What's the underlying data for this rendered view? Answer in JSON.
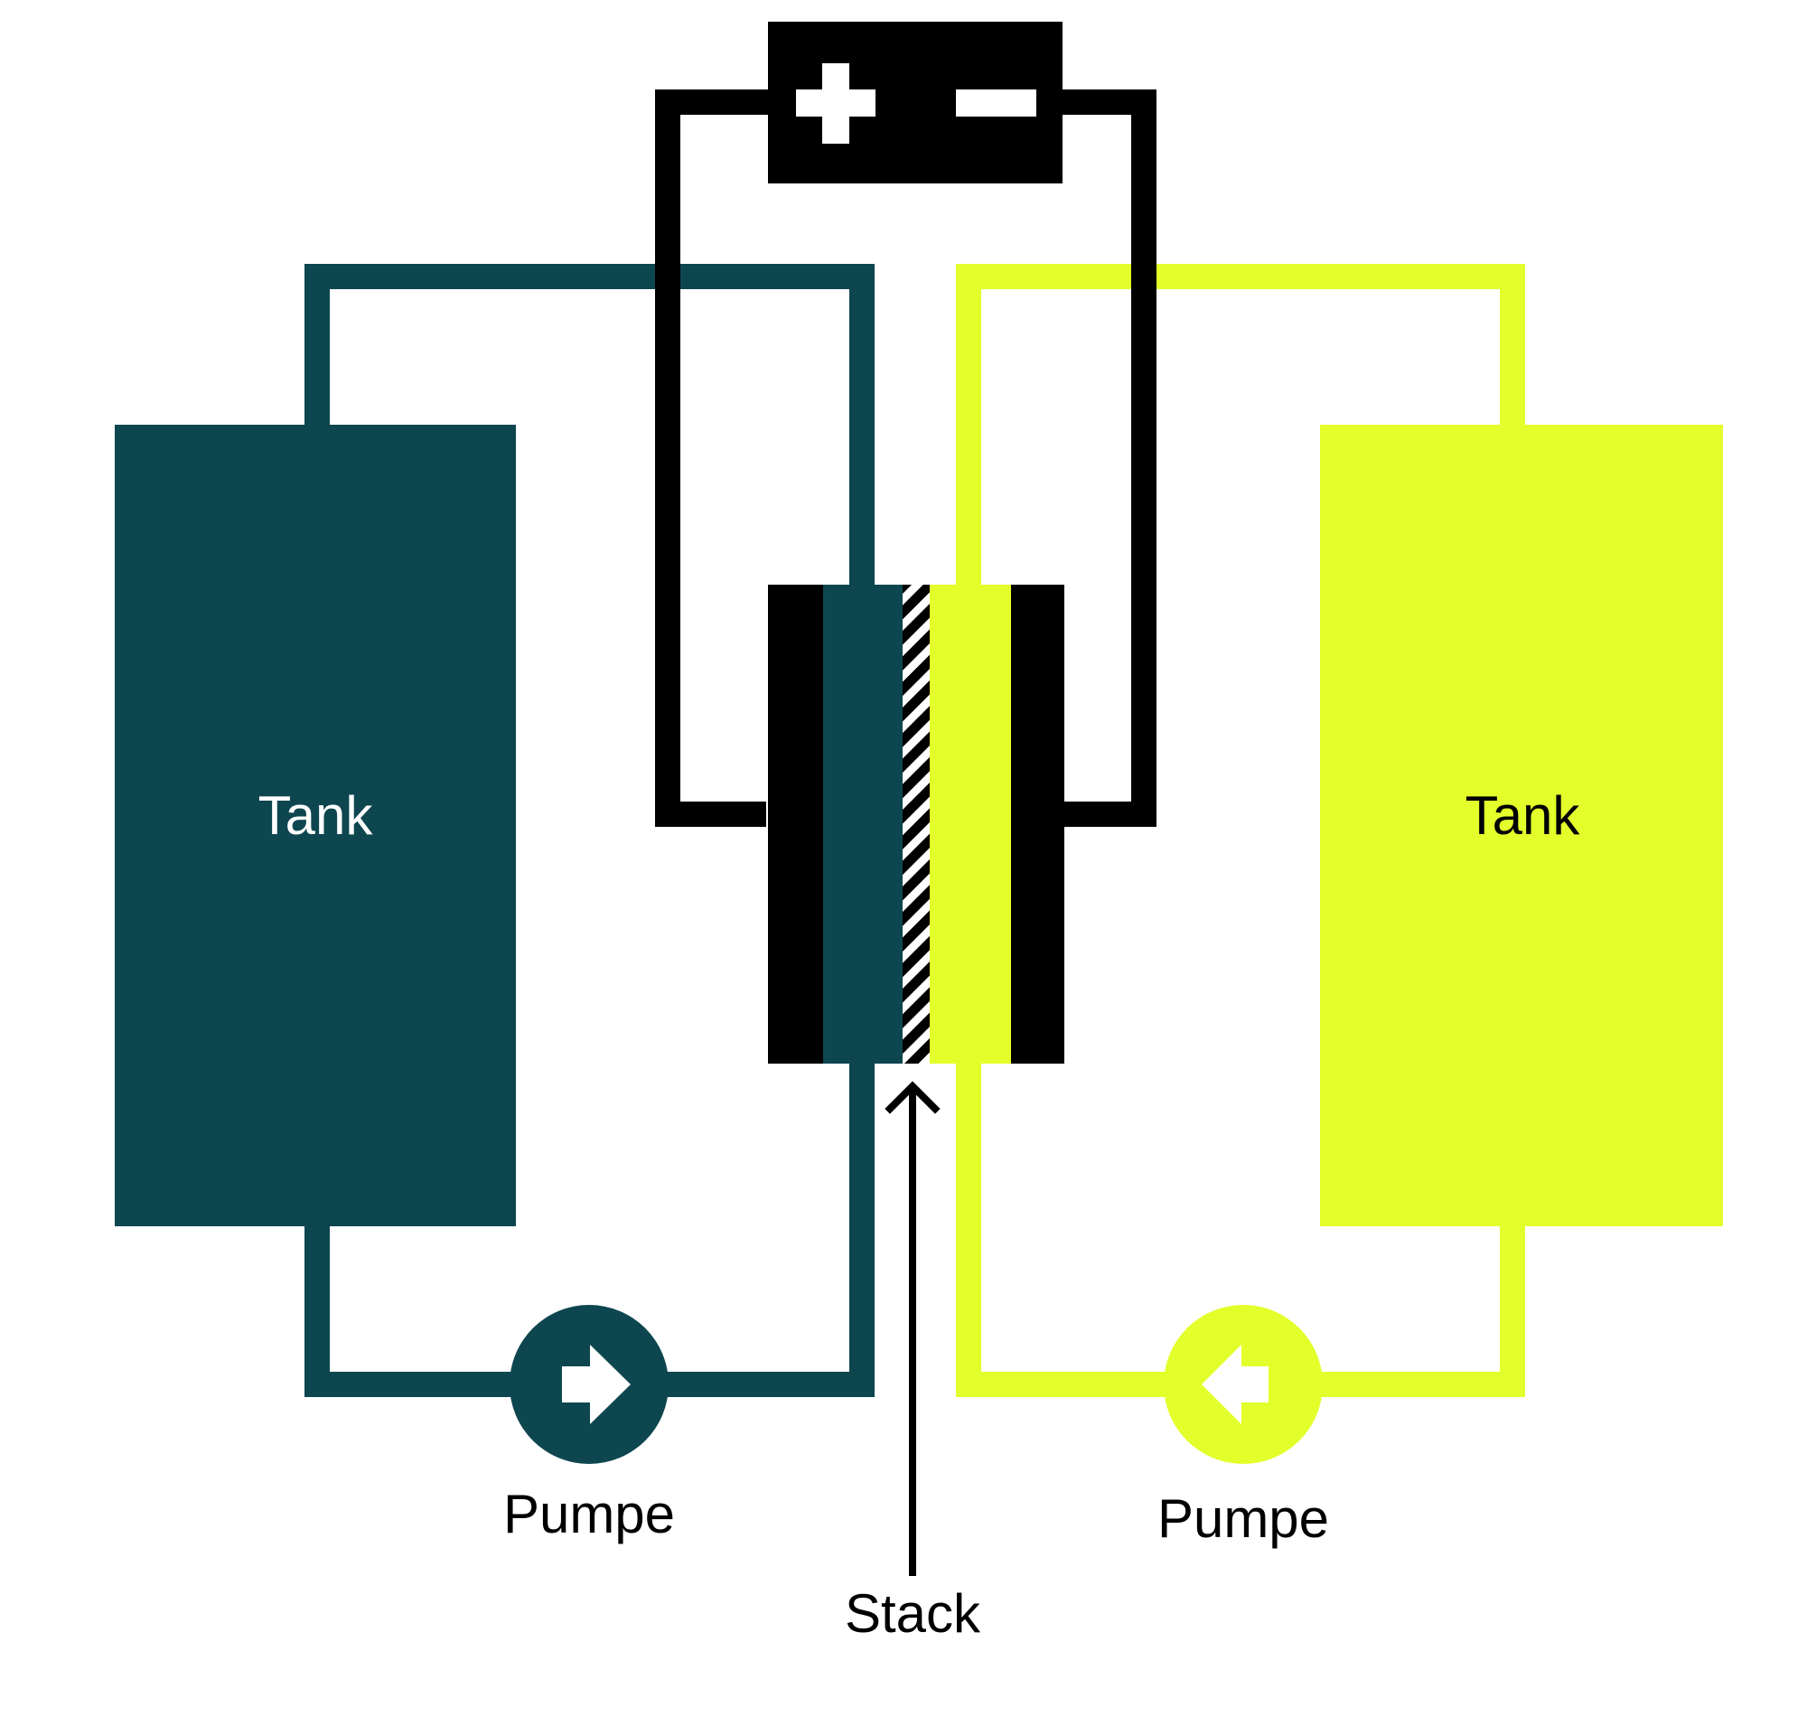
{
  "labels": {
    "tank_left": "Tank",
    "tank_right": "Tank",
    "pump_left": "Pumpe",
    "pump_right": "Pumpe",
    "stack": "Stack"
  },
  "colors": {
    "teal": "#0e4650",
    "lime": "#e3ff2b",
    "black": "#000000",
    "white": "#ffffff"
  }
}
